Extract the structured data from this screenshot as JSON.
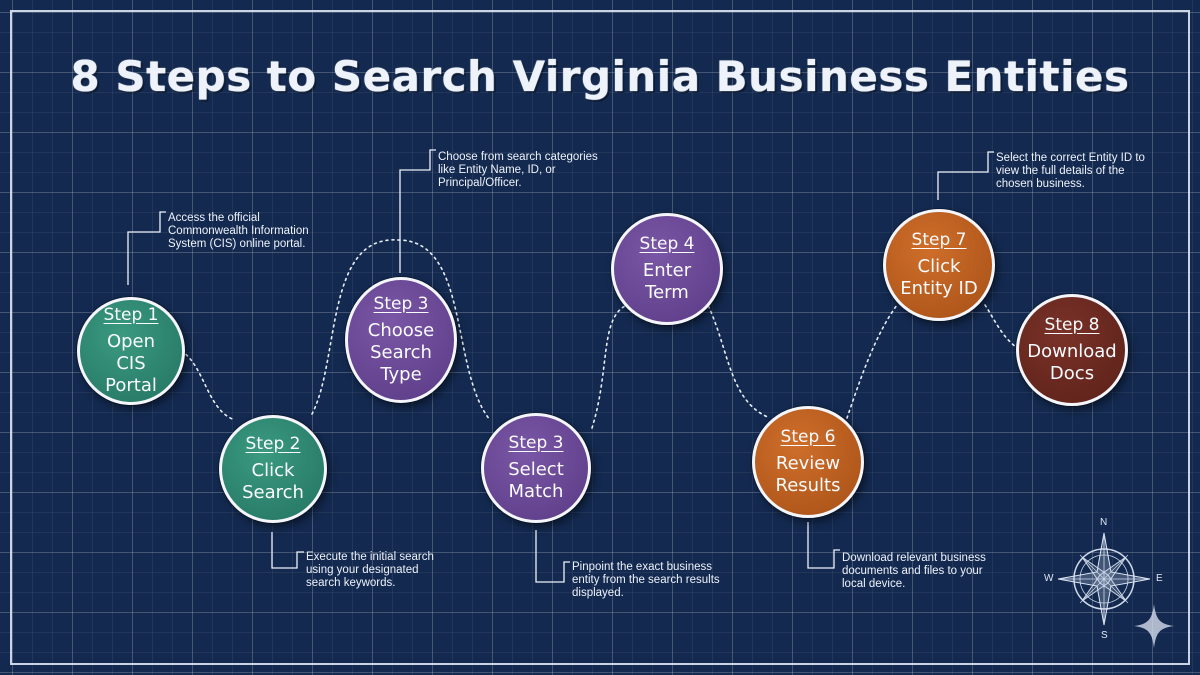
{
  "title": "8 Steps to Search Virginia Business Entities",
  "steps": [
    {
      "step": "Step 1",
      "label": "Open CIS Portal",
      "color": "#2e8770"
    },
    {
      "step": "Step 2",
      "label": "Click Search",
      "color": "#2e8770"
    },
    {
      "step": "Step 3",
      "label": "Choose Search Type",
      "color": "#6a4896"
    },
    {
      "step": "Step 3",
      "label": "Select Match",
      "color": "#6a4896"
    },
    {
      "step": "Step 4",
      "label": "Enter Term",
      "color": "#6a4896"
    },
    {
      "step": "Step 6",
      "label": "Review Results",
      "color": "#bd5f20"
    },
    {
      "step": "Step 7",
      "label": "Click Entity ID",
      "color": "#bd5f20"
    },
    {
      "step": "Step 8",
      "label": "Download Docs",
      "color": "#6a2a20"
    }
  ],
  "notes": [
    "Access the official Commonwealth Information System (CIS) online portal.",
    "Execute the initial search using your designated search keywords.",
    "Choose from search categories like Entity Name, ID, or Principal/Officer.",
    "Pinpoint the exact business entity from the search results displayed.",
    "Download relevant business documents and files to your local device.",
    "Select the correct Entity ID to view the full details of the chosen business."
  ],
  "compass": {
    "n": "N",
    "s": "S",
    "e": "E",
    "w": "W"
  },
  "colors": {
    "background": "#13294f",
    "grid": "#ffffff",
    "text": "#eef3fb"
  }
}
